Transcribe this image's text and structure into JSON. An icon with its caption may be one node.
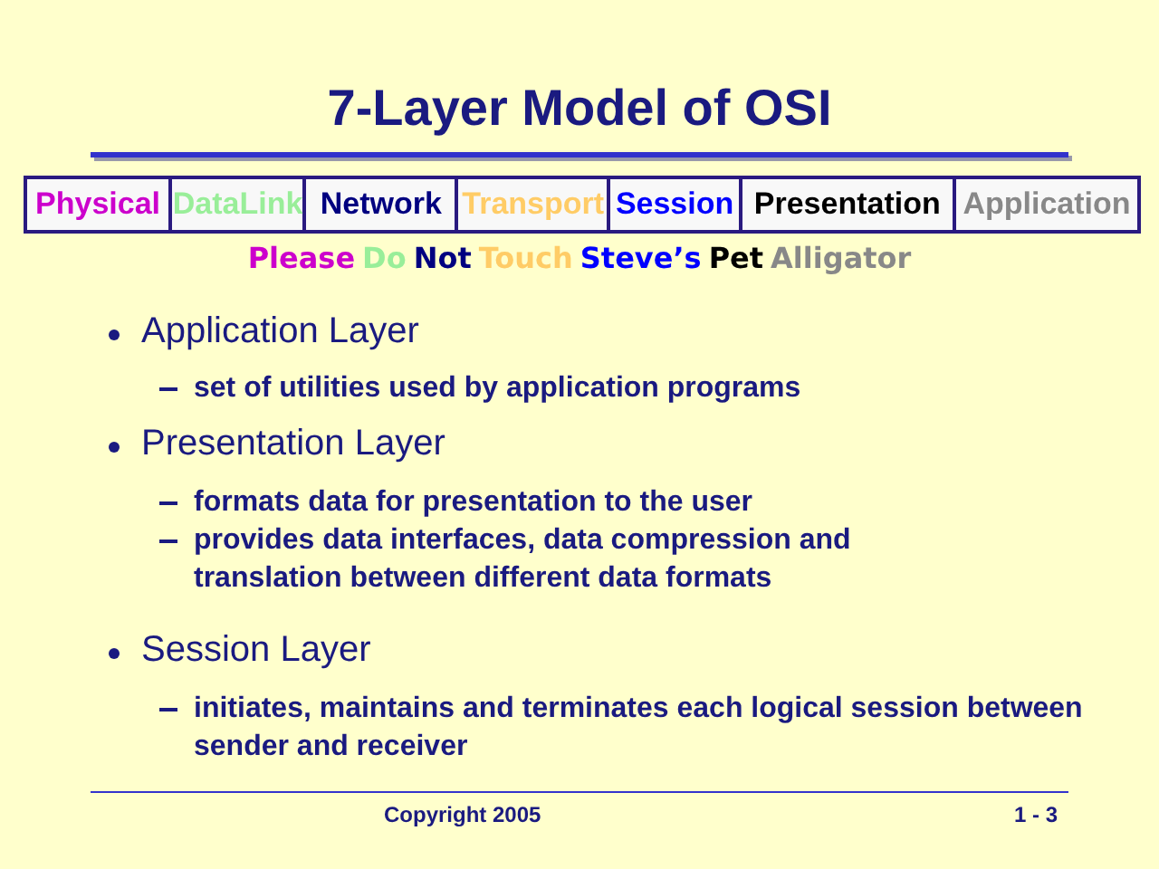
{
  "diagram": {
    "title": "7-Layer Model of OSI",
    "nodes": [
      {
        "text": [
          "Physical"
        ]
      },
      {
        "text": [
          "DataLink"
        ]
      },
      {
        "text": [
          "Network"
        ]
      },
      {
        "text": [
          "Transport"
        ]
      },
      {
        "text": [
          "Session"
        ]
      },
      {
        "text": [
          "Presentation"
        ]
      },
      {
        "text": [
          "Application"
        ]
      }
    ],
    "edges": [],
    "labels": [
      "Please",
      "Do",
      "Not",
      "Touch",
      "Steve’s",
      "Pet",
      "Alligator",
      "Application Layer",
      "set of utilities used by application programs",
      "Presentation Layer",
      "formats data for presentation to the user",
      "provides data interfaces, data compression and translation between different data formats",
      "Session Layer",
      "initiates, maintains and terminates each logical session between sender and receiver",
      "Copyright 2005",
      "1 - 3"
    ]
  }
}
